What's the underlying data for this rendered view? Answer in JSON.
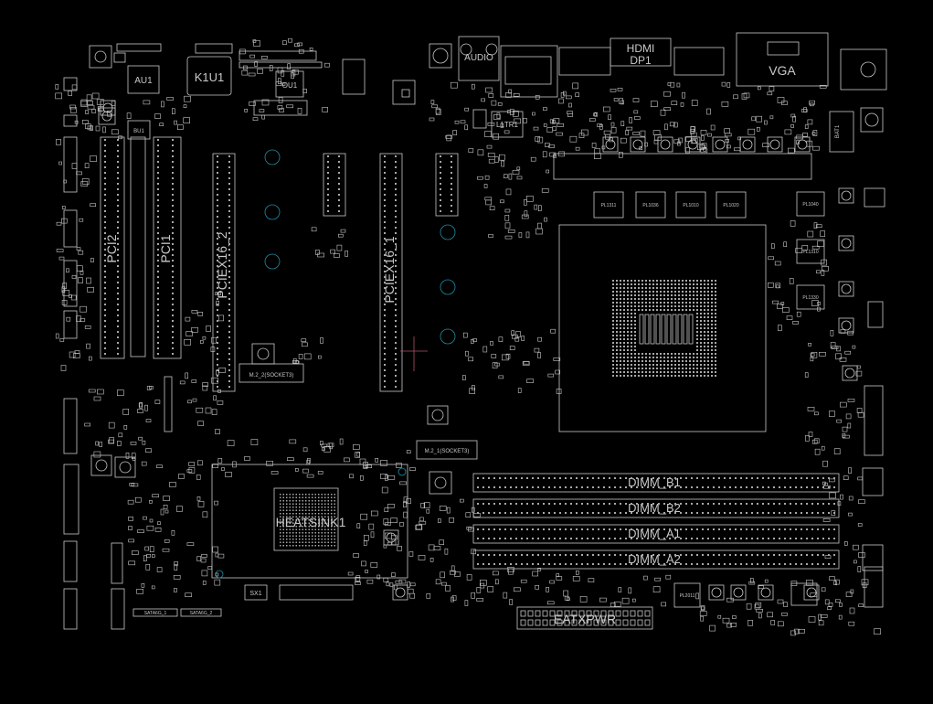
{
  "colors": {
    "background": "#000000",
    "outline": "#c8c8c8",
    "pad": "#a8a8a8",
    "hole": "#1f8fa8",
    "marker": "#b0506a"
  },
  "labels": {
    "au1": "AU1",
    "k1u1": "K1U1",
    "ou1": "OU1",
    "bu1": "BU1",
    "audio": "AUDIO",
    "hdmi": "HDMI",
    "dp": "DP1",
    "vga": "VGA",
    "l1tr1": "L1TR1",
    "pci2": "PCI2",
    "pci1": "PCI1",
    "pciex16_2": "PCIEX16_2",
    "pciex16_1": "PCIEX16_1",
    "m2_2": "M.2_2(SOCKET3)",
    "m2_1": "M.2_1(SOCKET3)",
    "heatsink": "HEATSINK1",
    "dimm_b1": "DIMM_B1",
    "dimm_b2": "DIMM_B2",
    "dimm_a1": "DIMM_A1",
    "dimm_a2": "DIMM_A2",
    "eatxpwr": "EATXPWR",
    "sx1": "SX1",
    "pl1311": "PL1311",
    "pl1036": "PL1036",
    "pl1010": "PL1010",
    "pl1020": "PL1020",
    "pl1040": "PL1040",
    "pl1310": "PL1310",
    "pl1330": "PL1330",
    "pl2011": "PL2011",
    "bat": "BAT1",
    "sata_a": "SATA6G_1",
    "sata_b": "SATA6G_2"
  }
}
